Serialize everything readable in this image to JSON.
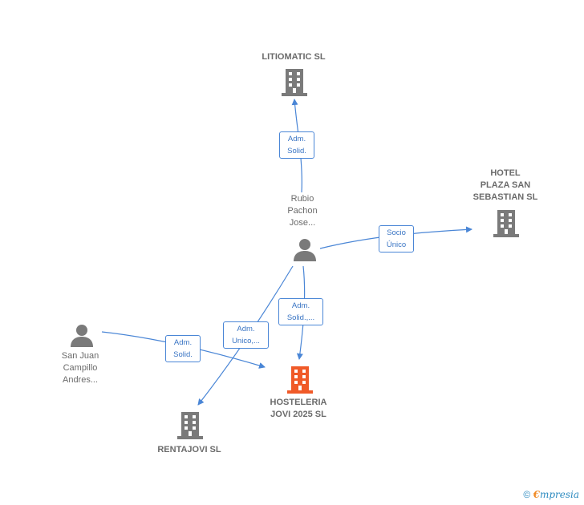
{
  "nodes": {
    "litiomatic": {
      "label": "LITIOMATIC  SL",
      "type": "company"
    },
    "hotel": {
      "label": "HOTEL\nPLAZA SAN\nSEBASTIAN  SL",
      "type": "company"
    },
    "rubio": {
      "label": "Rubio\nPachon\nJose...",
      "type": "person"
    },
    "sanjuan": {
      "label": "San Juan\nCampillo\nAndres...",
      "type": "person"
    },
    "hosteleria": {
      "label": "HOSTELERIA\nJOVI 2025  SL",
      "type": "company-focal"
    },
    "rentajovi": {
      "label": "RENTAJOVI  SL",
      "type": "company"
    }
  },
  "edges": {
    "rubio_litiomatic": "Adm.\nSolid.",
    "rubio_hotel": "Socio\nÚnico",
    "rubio_hosteleria": "Adm.\nSolid.,...",
    "rubio_rentajovi": "Adm.\nUnico,...",
    "sanjuan_hosteleria": "Adm.\nSolid."
  },
  "colors": {
    "company": "#7a7a7a",
    "focal": "#f05a28",
    "edge": "#4a86d6"
  },
  "footer": {
    "copyright": "©",
    "brand_e": "€",
    "brand": "mpresia"
  }
}
